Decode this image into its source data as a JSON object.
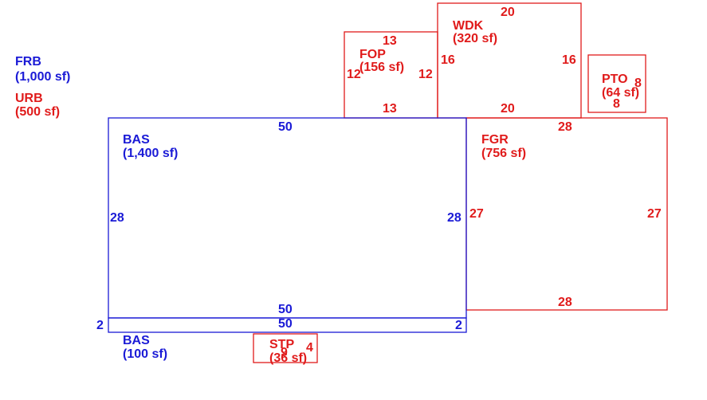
{
  "legend": {
    "frb": {
      "code": "FRB",
      "area": "(1,000 sf)",
      "color": "#1a1ad6"
    },
    "urb": {
      "code": "URB",
      "area": "(500 sf)",
      "color": "#e01b1b"
    }
  },
  "areas": {
    "bas_main": {
      "code": "BAS",
      "area": "(1,400 sf)",
      "top": "50",
      "bottom": "50",
      "left": "28",
      "right": "28"
    },
    "bas_strip": {
      "code": "BAS",
      "area": "(100 sf)",
      "top": "50",
      "left": "2",
      "right": "2"
    },
    "fgr": {
      "code": "FGR",
      "area": "(756 sf)",
      "top": "28",
      "bottom": "28",
      "left": "27",
      "right": "27"
    },
    "fop": {
      "code": "FOP",
      "area": "(156 sf)",
      "top": "13",
      "bottom": "13",
      "left": "12",
      "right": "12"
    },
    "wdk": {
      "code": "WDK",
      "area": "(320 sf)",
      "top": "20",
      "bottom": "20",
      "left": "16",
      "right": "16"
    },
    "pto": {
      "code": "PTO",
      "area": "(64 sf)",
      "right": "8",
      "bottom": "8"
    },
    "stp": {
      "code": "STP",
      "area": "(36 sf)",
      "inner": "9",
      "right": "4"
    }
  },
  "colors": {
    "living": "#1a1ad6",
    "other": "#e01b1b"
  }
}
